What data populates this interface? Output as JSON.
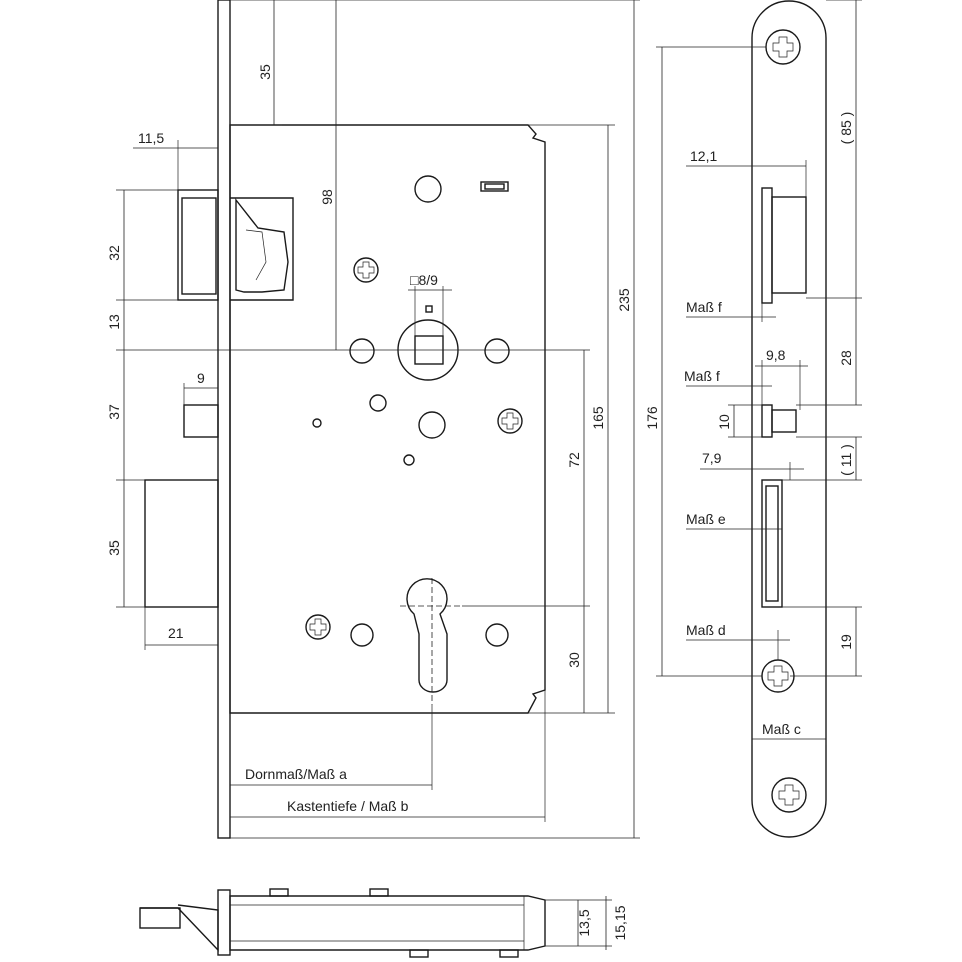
{
  "dimensions": {
    "d35_top": "35",
    "d11_5": "11,5",
    "d98": "98",
    "d32": "32",
    "d13": "13",
    "d8_9": "□8/9",
    "d9": "9",
    "d37": "37",
    "d35_left": "35",
    "d21": "21",
    "d72": "72",
    "d165": "165",
    "d30": "30",
    "d235": "235",
    "dornmass": "Dornmaß/Maß a",
    "kastentiefe": "Kastentiefe / Maß b",
    "d176": "176",
    "d85": "( 85 )",
    "d12_1": "12,1",
    "mass_f_1": "Maß f",
    "d28": "28",
    "d9_8": "9,8",
    "mass_f_2": "Maß f",
    "d10": "10",
    "d11": "( 11 )",
    "d7_9": "7,9",
    "mass_e": "Maß e",
    "d19": "19",
    "mass_d": "Maß d",
    "mass_c": "Maß c",
    "d13_5": "13,5",
    "d15_15": "15,15"
  }
}
